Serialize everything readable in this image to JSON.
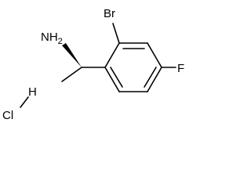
{
  "molecule": {
    "atoms": {
      "amine": "NH",
      "amine_subscript": "2",
      "bromine": "Br",
      "fluorine": "F",
      "hydrogen": "H",
      "chlorine": "Cl"
    },
    "stereo_bond": "wedge",
    "salt": "HCl"
  },
  "colors": {
    "ink": "#000000",
    "background": "#ffffff"
  }
}
